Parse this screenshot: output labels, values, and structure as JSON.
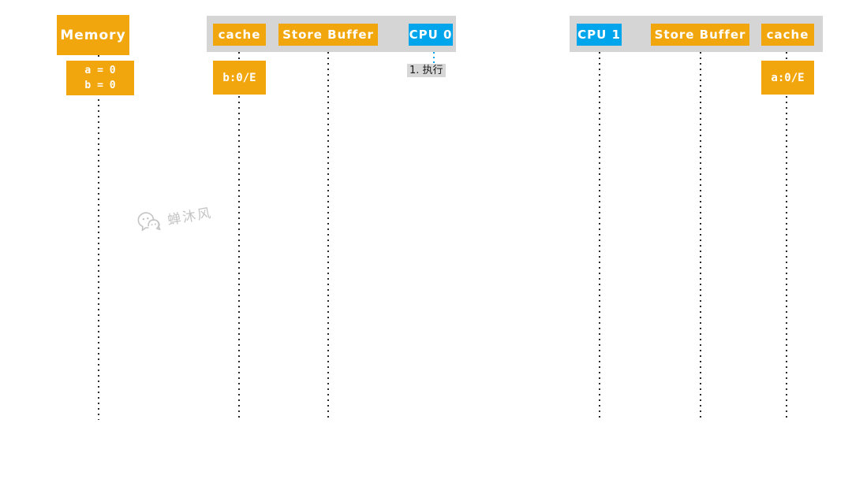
{
  "colors": {
    "orange": "#F2A60D",
    "blue": "#00A5EC",
    "container_gray": "#D5D5D5",
    "label_gray": "#D7D7D7",
    "lifeline": "#2A2A2A",
    "watermark_gray": "#C4C4C4"
  },
  "memory": {
    "title": "Memory",
    "state_lines": [
      "a = 0",
      "b = 0"
    ]
  },
  "left_group": {
    "cache_label": "cache",
    "store_buffer_label": "Store Buffer",
    "cpu_label": "CPU 0",
    "cache_state": "b:0/E"
  },
  "right_group": {
    "cpu_label": "CPU 1",
    "store_buffer_label": "Store Buffer",
    "cache_label": "cache",
    "cache_state": "a:0/E"
  },
  "annotation": {
    "step_label": "1. 执行"
  },
  "watermark": {
    "text": "蝉沐风",
    "icon": "wechat-icon"
  }
}
